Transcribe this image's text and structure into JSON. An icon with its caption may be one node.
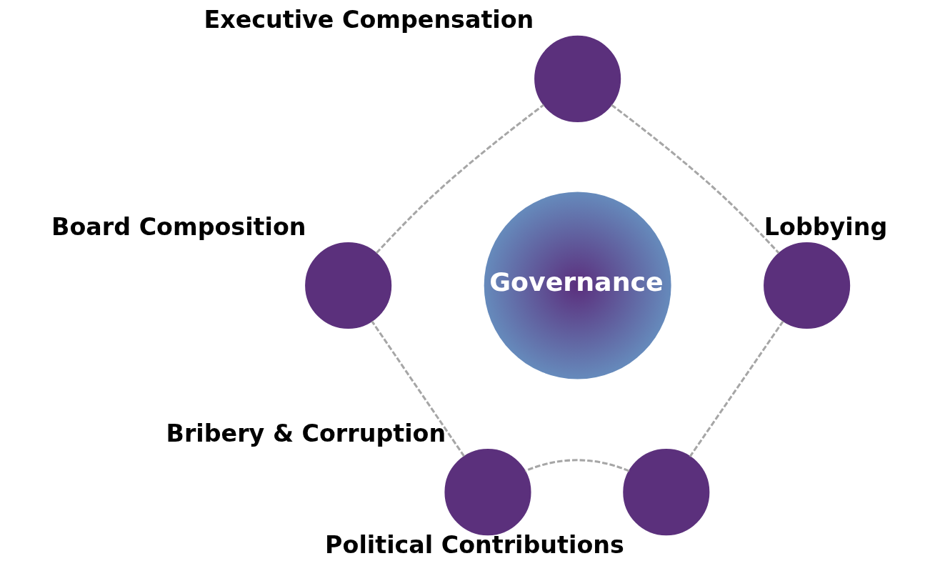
{
  "diagram": {
    "nodes": [
      {
        "text": [],
        "shape": "circle",
        "beside": [
          "Executive Compensation"
        ]
      },
      {
        "text": [],
        "shape": "circle",
        "beside": [
          "Board Composition"
        ]
      },
      {
        "text": [
          "Governance"
        ]
      },
      {
        "text": [],
        "shape": "circle",
        "beside": [
          "Lobbying"
        ]
      },
      {
        "text": [],
        "shape": "circle",
        "beside": [
          "Bribery & Corruption"
        ]
      },
      {
        "text": [],
        "shape": "circle",
        "beside": [
          "Political Contributions"
        ]
      }
    ],
    "edges": [
      {
        "from": 0,
        "to": 3,
        "arrow": "none",
        "style": "dashed"
      },
      {
        "from": 3,
        "to": 5,
        "arrow": "none",
        "style": "dashed"
      },
      {
        "from": 5,
        "to": 4,
        "arrow": "none",
        "style": "dashed"
      },
      {
        "from": 4,
        "to": 1,
        "arrow": "none",
        "style": "dashed"
      },
      {
        "from": 1,
        "to": 0,
        "arrow": "none",
        "style": "dashed"
      }
    ]
  }
}
